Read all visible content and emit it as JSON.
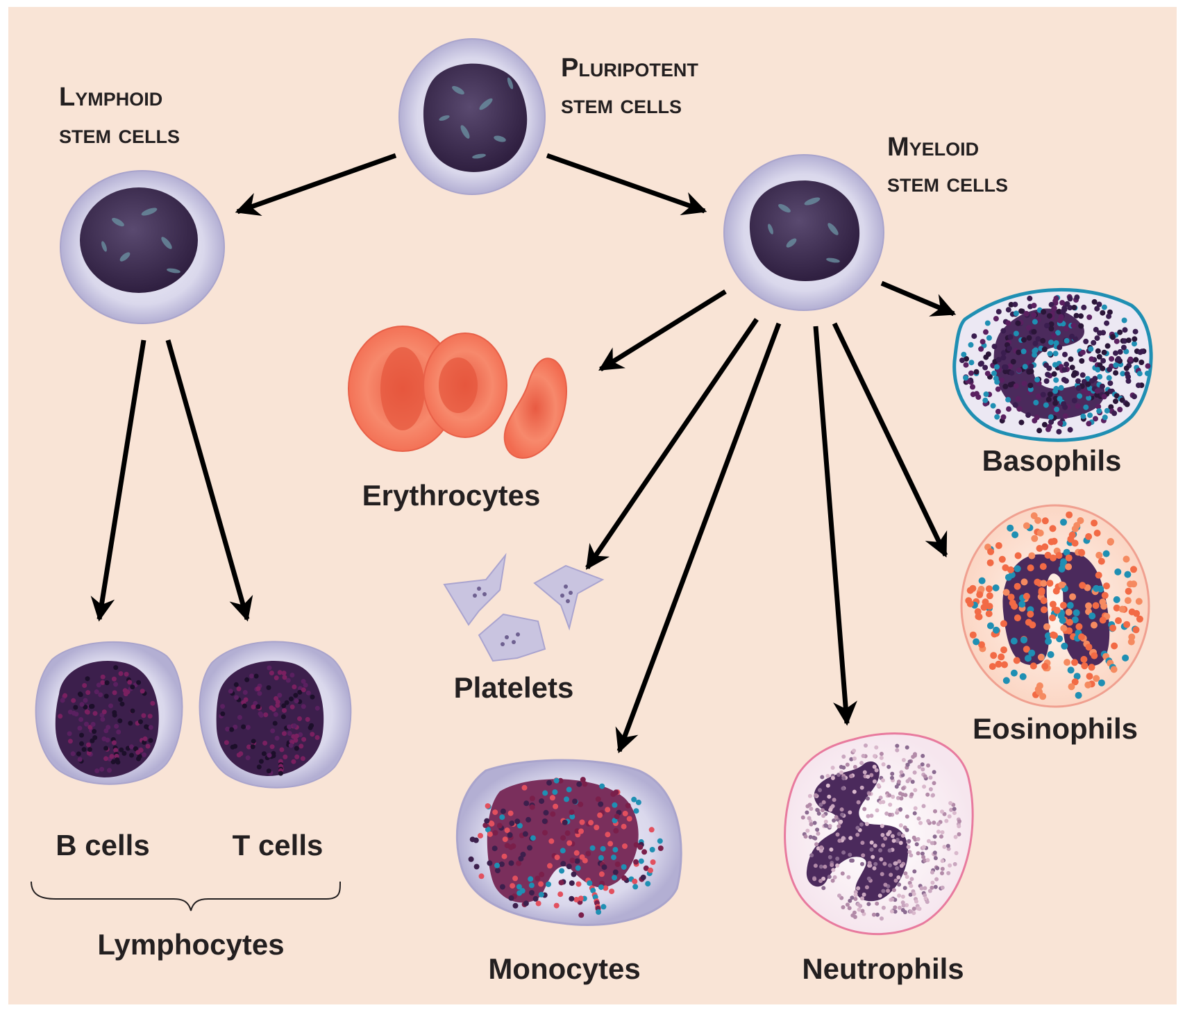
{
  "labels": {
    "pluripotent": {
      "line1": "Pluripotent",
      "line2": "stem cells"
    },
    "lymphoid": {
      "line1": "Lymphoid",
      "line2": "stem cells"
    },
    "myeloid": {
      "line1": "Myeloid",
      "line2": "stem cells"
    },
    "erythrocytes": "Erythrocytes",
    "platelets": "Platelets",
    "basophils": "Basophils",
    "eosinophils": "Eosinophils",
    "neutrophils": "Neutrophils",
    "monocytes": "Monocytes",
    "b_cells": "B cells",
    "t_cells": "T cells",
    "lymphocytes": "Lymphocytes"
  },
  "colors": {
    "background": "#f9e4d6",
    "cytoplasm": "#d9d6ea",
    "nucleus": "#3e2a52",
    "arrow": "#000000",
    "erythrocyte": "#f47a60",
    "basophil_membrane": "#1f8fb3",
    "eosinophil_granule": "#f26a45",
    "neutrophil_membrane": "#e87a9e"
  }
}
